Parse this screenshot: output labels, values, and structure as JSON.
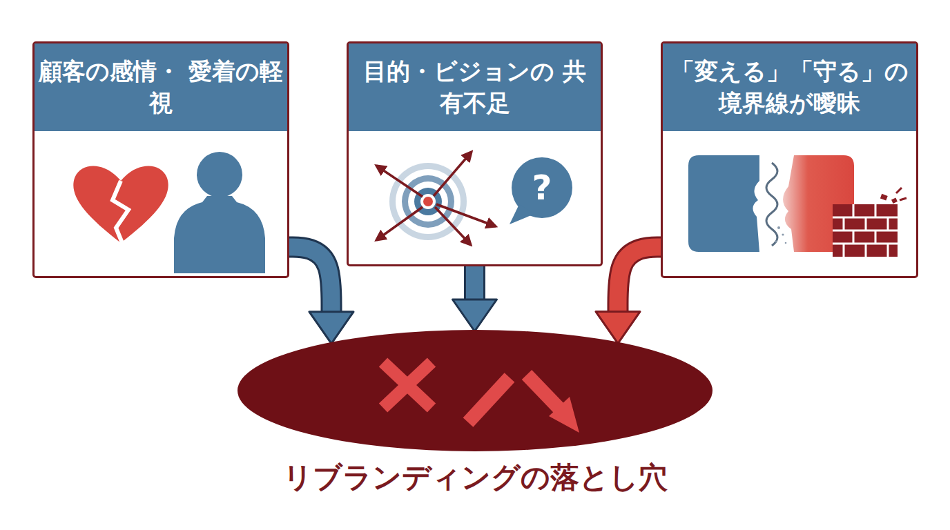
{
  "diagram": {
    "nodes": [
      {
        "text": [
          "顧客の感情・ 愛着の軽視"
        ]
      },
      {
        "text": [
          "目的・ビジョンの 共有不足"
        ]
      },
      {
        "text": [
          "「変える」「守る」の 境界線が曖昧"
        ]
      },
      {
        "text": [
          "リブランディングの落とし穴"
        ]
      }
    ],
    "edges": [
      {
        "from": 0,
        "to": 3,
        "arrow": "to"
      },
      {
        "from": 1,
        "to": 3,
        "arrow": "to"
      },
      {
        "from": 2,
        "to": 3,
        "arrow": "to"
      }
    ],
    "labels": [
      "?"
    ]
  }
}
